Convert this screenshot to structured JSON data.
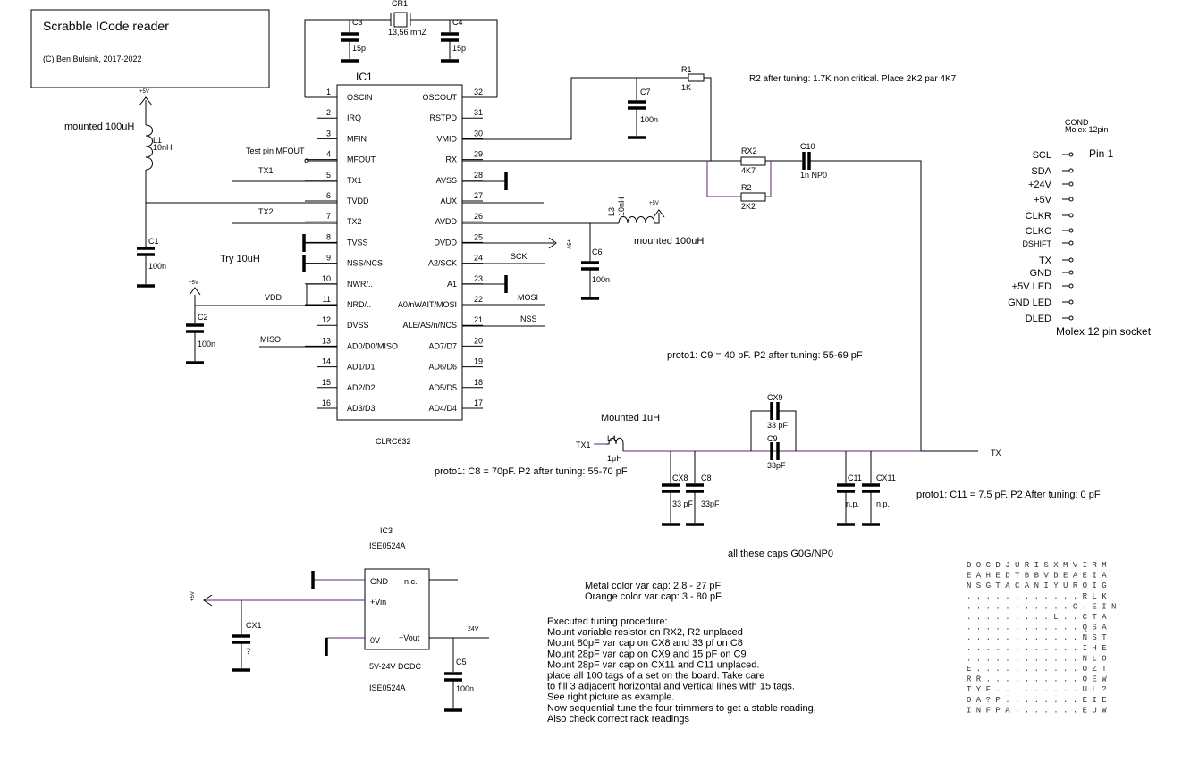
{
  "title_block": {
    "title": "Scrabble ICode reader",
    "copyright": "(C) Ben Bulsink, 2017-2022"
  },
  "ic1": {
    "ref": "IC1",
    "part": "CLRC632",
    "left_pins": [
      {
        "num": "1",
        "name": "OSCIN"
      },
      {
        "num": "2",
        "name": "IRQ"
      },
      {
        "num": "3",
        "name": "MFIN"
      },
      {
        "num": "4",
        "name": "MFOUT"
      },
      {
        "num": "5",
        "name": "TX1"
      },
      {
        "num": "6",
        "name": "TVDD"
      },
      {
        "num": "7",
        "name": "TX2"
      },
      {
        "num": "8",
        "name": "TVSS"
      },
      {
        "num": "9",
        "name": "NSS/NCS"
      },
      {
        "num": "10",
        "name": "NWR/.."
      },
      {
        "num": "11",
        "name": "NRD/.."
      },
      {
        "num": "12",
        "name": "DVSS"
      },
      {
        "num": "13",
        "name": "AD0/D0/MISO"
      },
      {
        "num": "14",
        "name": "AD1/D1"
      },
      {
        "num": "15",
        "name": "AD2/D2"
      },
      {
        "num": "16",
        "name": "AD3/D3"
      }
    ],
    "right_pins": [
      {
        "num": "32",
        "name": "OSCOUT"
      },
      {
        "num": "31",
        "name": "RSTPD"
      },
      {
        "num": "30",
        "name": "VMID"
      },
      {
        "num": "29",
        "name": "RX"
      },
      {
        "num": "28",
        "name": "AVSS"
      },
      {
        "num": "27",
        "name": "AUX"
      },
      {
        "num": "26",
        "name": "AVDD"
      },
      {
        "num": "25",
        "name": "DVDD"
      },
      {
        "num": "24",
        "name": "A2/SCK"
      },
      {
        "num": "23",
        "name": "A1"
      },
      {
        "num": "22",
        "name": "A0/nWAIT/MOSI"
      },
      {
        "num": "21",
        "name": "ALE/AS/n/NCS"
      },
      {
        "num": "20",
        "name": "AD7/D7"
      },
      {
        "num": "19",
        "name": "AD6/D6"
      },
      {
        "num": "18",
        "name": "AD5/D5"
      },
      {
        "num": "17",
        "name": "AD4/D4"
      }
    ]
  },
  "crystal": {
    "ref": "CR1",
    "value": "13,56 mhZ"
  },
  "components": {
    "c3": {
      "ref": "C3",
      "value": "15p"
    },
    "c4": {
      "ref": "C4",
      "value": "15p"
    },
    "r1": {
      "ref": "R1",
      "value": "1K"
    },
    "c7": {
      "ref": "C7",
      "value": "100n"
    },
    "rx2": {
      "ref": "RX2",
      "value": "4K7"
    },
    "r2": {
      "ref": "R2",
      "value": "2K2"
    },
    "c10": {
      "ref": "C10",
      "value": "1n NP0"
    },
    "l1": {
      "ref": "L1",
      "value": "10nH"
    },
    "c1": {
      "ref": "C1",
      "value": "100n"
    },
    "c2": {
      "ref": "C2",
      "value": "100n"
    },
    "l3": {
      "ref": "L3",
      "value": "10nH"
    },
    "c6": {
      "ref": "C6",
      "value": "100n"
    },
    "cx9": {
      "ref": "CX9",
      "value": "33 pF"
    },
    "c9": {
      "ref": "C9",
      "value": "33pF"
    },
    "l4": {
      "ref": "L4",
      "value": "1μH"
    },
    "cx8": {
      "ref": "CX8",
      "value": "33 pF"
    },
    "c8": {
      "ref": "C8",
      "value": "33pF"
    },
    "c11": {
      "ref": "C11",
      "value": "n.p."
    },
    "cx11": {
      "ref": "CX11",
      "value": "n.p."
    },
    "cx1": {
      "ref": "CX1",
      "value": "?"
    },
    "c5": {
      "ref": "C5",
      "value": "100n"
    }
  },
  "supply": {
    "plus5v": "+5V",
    "v24": "24V"
  },
  "nets": {
    "tx1": "TX1",
    "tx2": "TX2",
    "vdd": "VDD",
    "miso": "MISO",
    "sck": "SCK",
    "mosi": "MOSI",
    "nss": "NSS",
    "tx": "TX",
    "test_pin": "Test pin MFOUT"
  },
  "notes": {
    "r2_tuning": "R2 after tuning: 1.7K non critical. Place 2K2 par 4K7",
    "l1_mounted": "mounted 100uH",
    "l3_mounted": "mounted 100uH",
    "try": "Try 10uH",
    "l4_mounted": "Mounted 1uH",
    "c9_note": "proto1: C9 = 40 pF. P2 after tuning: 55-69 pF",
    "c8_note": "proto1: C8 = 70pF. P2 after tuning: 55-70 pF",
    "c11_note": "proto1: C11 = 7.5 pF. P2 After tuning: 0 pF",
    "caps": "all these caps G0G/NP0",
    "metal": "Metal color var cap: 2.8 - 27 pF",
    "orange": "Orange color var cap: 3 - 80 pF",
    "procedure": [
      "Executed tuning procedure:",
      "Mount variable resistor on RX2, R2 unplaced",
      "Mount 80pF var cap on CX8 and 33 pf on C8",
      "Mount 28pF var cap on CX9 and 15 pF on C9",
      "Mount 28pF var cap on CX11 and C11 unplaced.",
      "place all 100 tags of a set on the board. Take care",
      "to fill 3 adjacent horizontal and vertical lines with 15 tags.",
      "See right picture as example.",
      "Now sequential tune the four trimmers to get a stable reading.",
      "Also check correct rack readings"
    ]
  },
  "connector": {
    "title": "COND",
    "subtitle": "Molex 12pin",
    "pin1": "Pin 1",
    "caption": "Molex 12 pin socket",
    "pins": [
      "SCL",
      "SDA",
      "+24V",
      "+5V",
      "CLKR",
      "CLKC",
      "DSHIFT",
      "TX",
      "GND",
      "+5V LED",
      "GND LED",
      "DLED"
    ]
  },
  "ic3": {
    "ref": "IC3",
    "part": "ISE0524A",
    "desc": "5V-24V DCDC",
    "part2": "ISE0524A",
    "pins": {
      "gnd": "GND",
      "nc": "n.c.",
      "vin": "+Vin",
      "vout": "+Vout",
      "ov": "0V"
    }
  },
  "letter_grid": [
    "D O G D J U R I S X M V I R M",
    "E A H E D T B B V D E A E I A",
    "N S G T A C A N I Y U R O I G",
    ". . . . . . . . . . . . R L K",
    ". . . . . . . . . . . O . E I N",
    ". . . . . . . . . L . . C T A",
    ". . . . . . . . . . . . Q S A",
    ". . . . . . . . . . . . N S T",
    ". . . . . . . . . . . . I H E",
    ". . . . . . . . . . . . N L O",
    "E . . . . . . . . . . . O Z T",
    "R R . . . . . . . . . . O E W",
    "T Y F . . . . . . . . . U L ?",
    "O A ? P . . . . . . . . E I E",
    "I N F P A . . . . . . . E U W"
  ]
}
